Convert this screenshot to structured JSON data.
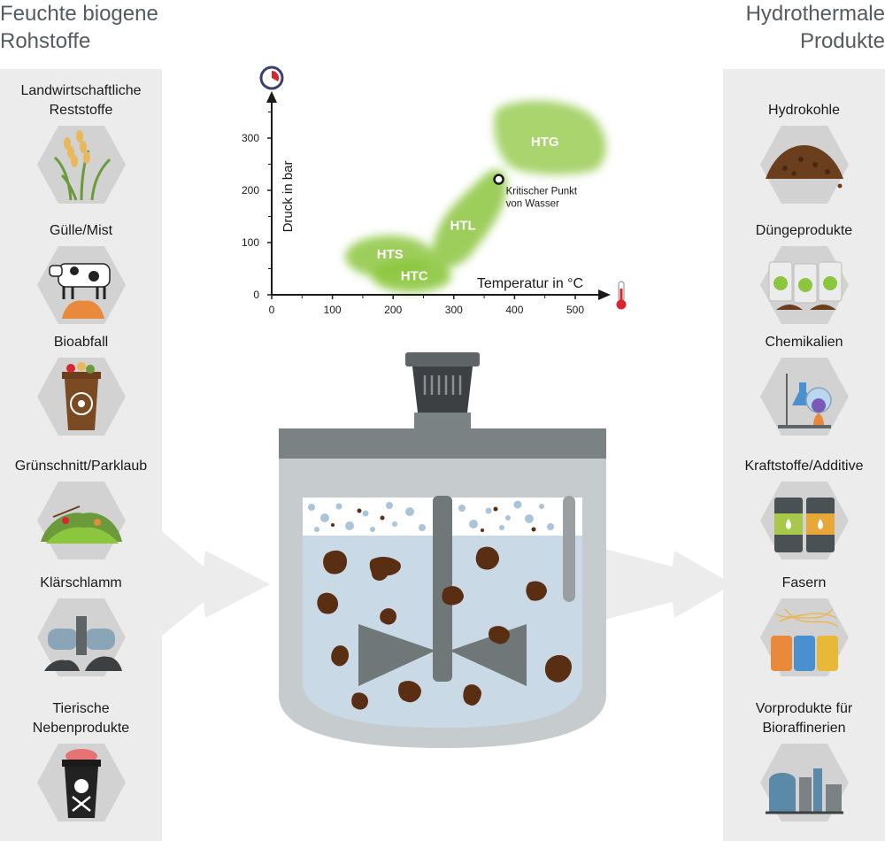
{
  "left_column": {
    "title_line1": "Feuchte biogene",
    "title_line2": "Rohstoffe",
    "items": [
      {
        "label_line1": "Landwirtschaftliche",
        "label_line2": "Reststoffe",
        "icon": "wheat-icon"
      },
      {
        "label_line1": "Gülle/Mist",
        "label_line2": "",
        "icon": "cow-manure-icon"
      },
      {
        "label_line1": "Bioabfall",
        "label_line2": "",
        "icon": "biowaste-bin-icon"
      },
      {
        "label_line1": "Grünschnitt/Parklaub",
        "label_line2": "",
        "icon": "green-waste-icon"
      },
      {
        "label_line1": "Klärschlamm",
        "label_line2": "",
        "icon": "sewage-sludge-icon"
      },
      {
        "label_line1": "Tierische",
        "label_line2": "Nebenprodukte",
        "icon": "animal-waste-bin-icon"
      }
    ]
  },
  "right_column": {
    "title_line1": "Hydrothermale",
    "title_line2": "Produkte",
    "items": [
      {
        "label_line1": "Hydrokohle",
        "label_line2": "",
        "icon": "hydrochar-pile-icon"
      },
      {
        "label_line1": "Düngeprodukte",
        "label_line2": "",
        "icon": "npk-fertilizer-icon"
      },
      {
        "label_line1": "Chemikalien",
        "label_line2": "",
        "icon": "lab-flasks-icon"
      },
      {
        "label_line1": "Kraftstoffe/Additive",
        "label_line2": "",
        "icon": "fuel-barrels-icon"
      },
      {
        "label_line1": "Fasern",
        "label_line2": "",
        "icon": "fiber-spools-icon"
      },
      {
        "label_line1": "Vorprodukte für",
        "label_line2": "Bioraffinerien",
        "icon": "biorefinery-icon"
      }
    ]
  },
  "phase_diagram": {
    "ylabel": "Druck in bar",
    "xlabel": "Temperatur in °C",
    "x_ticks": [
      "0",
      "100",
      "200",
      "300",
      "400",
      "500"
    ],
    "y_ticks": [
      "0",
      "100",
      "200",
      "300"
    ],
    "regions": [
      {
        "label": "HTS",
        "t": 195,
        "p": 80
      },
      {
        "label": "HTC",
        "t": 235,
        "p": 38
      },
      {
        "label": "HTL",
        "t": 315,
        "p": 135
      },
      {
        "label": "HTG",
        "t": 450,
        "p": 295
      }
    ],
    "critical_point": {
      "t": 374,
      "p": 221,
      "label_line1": "Kritischer Punkt",
      "label_line2": "von Wasser"
    },
    "pressure_icon": "pressure-gauge-icon",
    "temperature_icon": "thermometer-icon"
  },
  "reactor": {
    "icon": "stirred-reactor-icon"
  },
  "colors": {
    "panel": "#ececec",
    "region_green": "#8cc63f",
    "reactor_grey": "#7b8284",
    "liquid": "#c9d9e6",
    "particle": "#5a2e12"
  }
}
